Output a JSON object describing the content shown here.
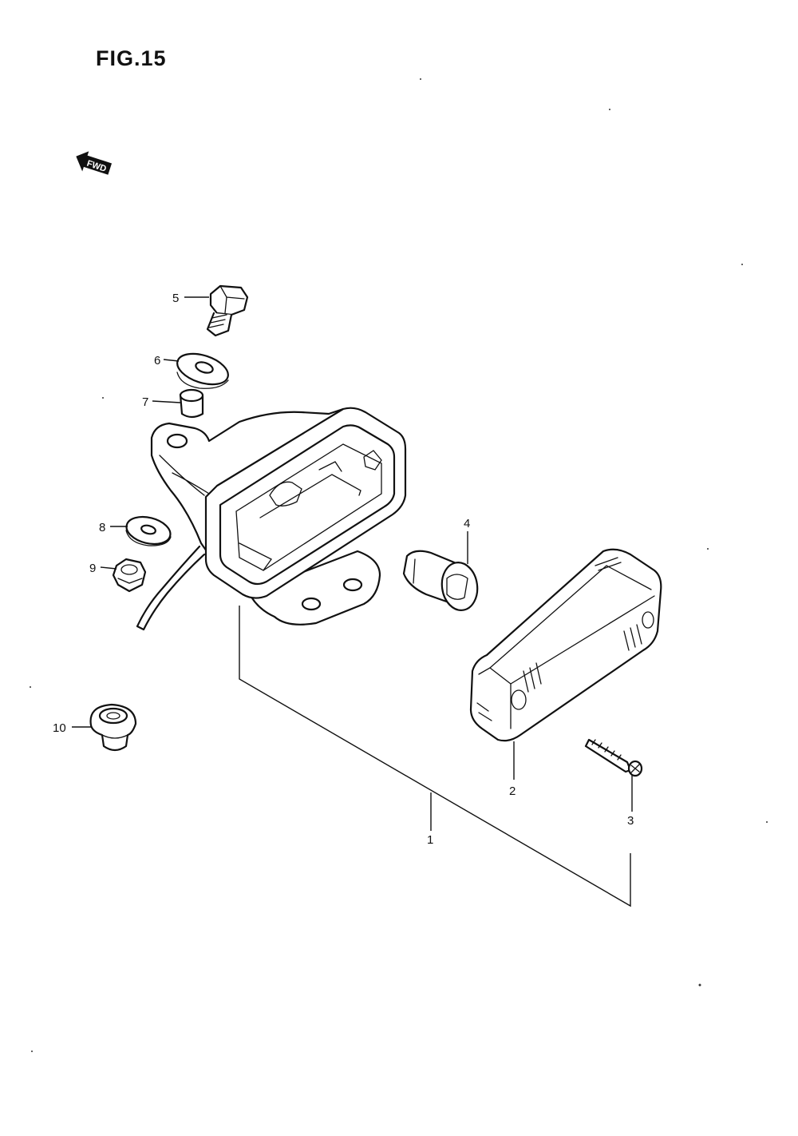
{
  "figure": {
    "title": "FIG.15",
    "direction_arrow_label": "FWD"
  },
  "callouts": {
    "c1": "1",
    "c2": "2",
    "c3": "3",
    "c4": "4",
    "c5": "5",
    "c6": "6",
    "c7": "7",
    "c8": "8",
    "c9": "9",
    "c10": "10"
  }
}
